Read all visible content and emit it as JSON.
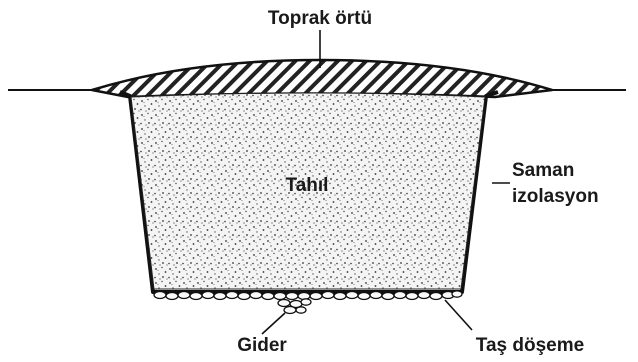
{
  "labels": {
    "soil_cover": "Toprak örtü",
    "grain": "Tahıl",
    "straw_insulation_line1": "Saman",
    "straw_insulation_line2": "izolasyon",
    "drain": "Gider",
    "stone_paving": "Taş döşeme"
  }
}
